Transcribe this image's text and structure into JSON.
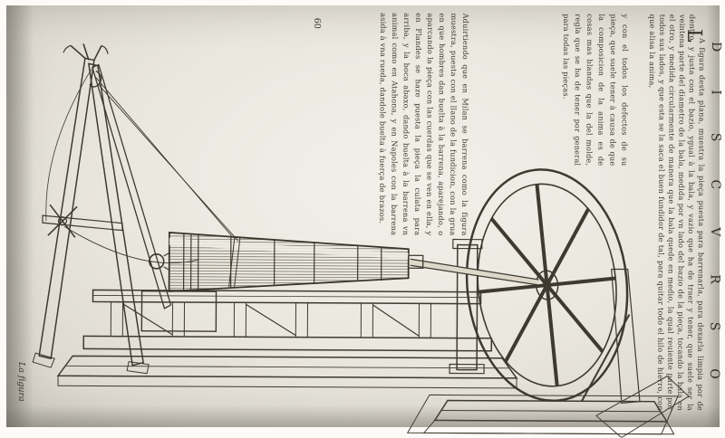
{
  "page": {
    "running_head": "DISCVRSO",
    "folio_number": "60",
    "catchword": "La figura",
    "drop_cap": "L"
  },
  "text": {
    "segments": [
      "A figura desta plana, muestra la pieça puesta para barrenarla, para dexarla limpia por de dentro, y justa con el bazio, ygual à la bala, y vazio que ha de traer y tener, que suele ser la veintena parte del diametro de la bala, medida por vn lado del bazio de la pieça, tocando la bala en el otro, y medida circularmente de manera que la bala quede en medio, la qual reuiente parte por todos sus lados, y que esta se la saca el buen fundidor de tal, para quitar todo el hilo de hierro, con que alisa la anima,",
      "y con el todos los defectos de su pieça, que suele tener à causa de que la composicion de la anima es de cosas mas blandas que la del molde, regla que se ha de tener por general para todas las pieças.",
      "Aduirtiendo que en Milan se barrena como la figura muestra, puesta con el llano de la fundicion, con la grua en que hombres dan buelta à la barrena, aparejando, o aparcando la pieça con las cuerdas que se ven en ella, y en Flandes se haze puesta la pieça la culata para arriba, y la boca abaxo, dando buelta à la barrena vn animal como en Atahona, y en Napoles con la barrena asida à vna rueda, dandole buelta à fuerça de brazos."
    ]
  },
  "figure": {
    "subject": "engraving of a cannon-boring machine",
    "parts": [
      "shear-legs hoist with ropes and windlass",
      "cannon barrel mounted on a long bed",
      "boring bar with cutter",
      "large spoked boring wheel",
      "wheel base platform with hatched ground"
    ]
  },
  "colors": {
    "paper": "#ece9e0",
    "ink": "#3b372d"
  }
}
